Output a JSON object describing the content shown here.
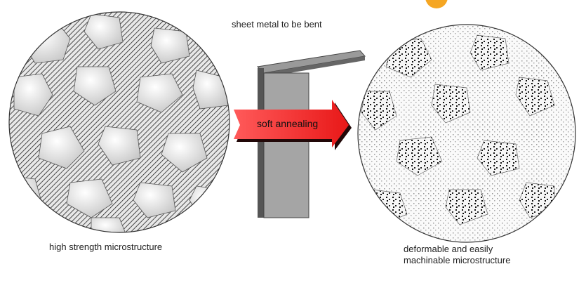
{
  "labels": {
    "sheet_metal": "sheet metal to be bent",
    "process": "soft annealing",
    "left_caption": "high strength microstructure",
    "right_caption_line1": "deformable and easily",
    "right_caption_line2": "machinable microstructure"
  },
  "colors": {
    "arrow": "#f0282c",
    "metal": "#8c8c8c",
    "accent": "#f5a623"
  }
}
